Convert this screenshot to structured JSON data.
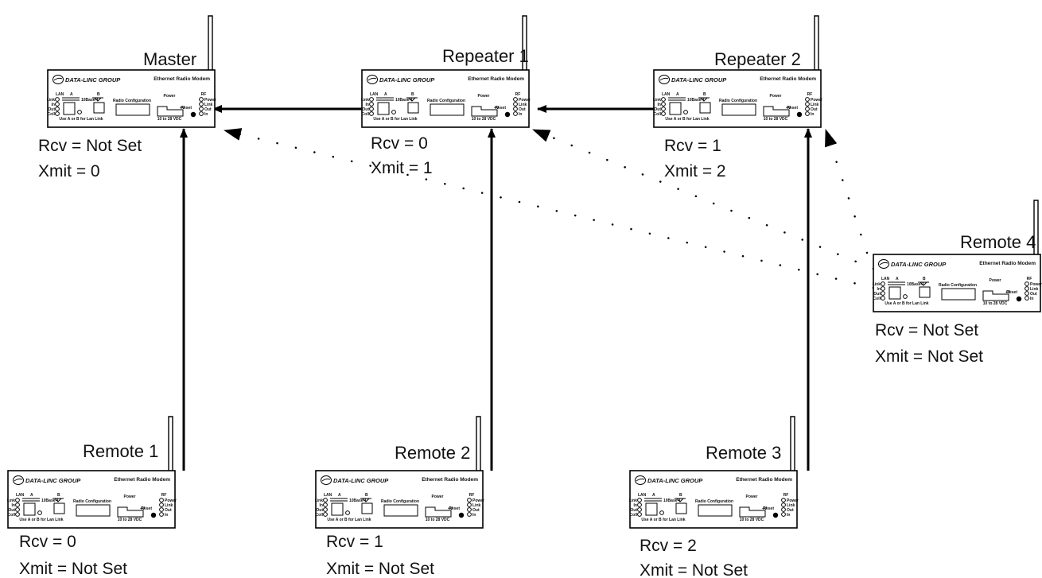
{
  "diagram": {
    "brand": "DATA-LINC GROUP",
    "device_title": "Ethernet Radio Modem",
    "panel_labels": {
      "lan": "LAN",
      "a": "A",
      "b": "B",
      "base": "10Base-T",
      "radio_config": "Radio Configuration",
      "power": "Power",
      "rf": "RF",
      "use_ab": "Use A or B for Lan Link",
      "vdc": "10 to 28 VDC",
      "link": "Link",
      "in": "In",
      "out": "Out",
      "coll": "Coll",
      "rf_power": "Power",
      "rf_link": "Link",
      "rf_out": "Out",
      "rf_in": "In",
      "reset": "Reset",
      "plus_v": "+V"
    },
    "nodes": [
      {
        "id": "master",
        "name": "Master",
        "rcv": "Rcv = Not Set",
        "xmit": "Xmit = 0"
      },
      {
        "id": "repeater1",
        "name": "Repeater 1",
        "rcv": "Rcv = 0",
        "xmit": "Xmit = 1"
      },
      {
        "id": "repeater2",
        "name": "Repeater 2",
        "rcv": "Rcv = 1",
        "xmit": "Xmit = 2"
      },
      {
        "id": "remote4",
        "name": "Remote 4",
        "rcv": "Rcv = Not Set",
        "xmit": "Xmit = Not Set"
      },
      {
        "id": "remote1",
        "name": "Remote 1",
        "rcv": "Rcv = 0",
        "xmit": "Xmit = Not Set"
      },
      {
        "id": "remote2",
        "name": "Remote 2",
        "rcv": "Rcv = 1",
        "xmit": "Xmit = Not Set"
      },
      {
        "id": "remote3",
        "name": "Remote 3",
        "rcv": "Rcv = 2",
        "xmit": "Xmit = Not Set"
      }
    ],
    "links": [
      {
        "from": "Repeater 1",
        "to": "Master",
        "style": "solid"
      },
      {
        "from": "Repeater 2",
        "to": "Repeater 1",
        "style": "solid"
      },
      {
        "from": "Remote 1",
        "to": "Master",
        "style": "solid"
      },
      {
        "from": "Remote 2",
        "to": "Repeater 1",
        "style": "solid"
      },
      {
        "from": "Remote 3",
        "to": "Repeater 2",
        "style": "solid"
      },
      {
        "from": "Remote 4",
        "to": "Master",
        "style": "dotted"
      },
      {
        "from": "Remote 4",
        "to": "Repeater 1",
        "style": "dotted"
      },
      {
        "from": "Remote 4",
        "to": "Repeater 2",
        "style": "dotted"
      }
    ]
  }
}
